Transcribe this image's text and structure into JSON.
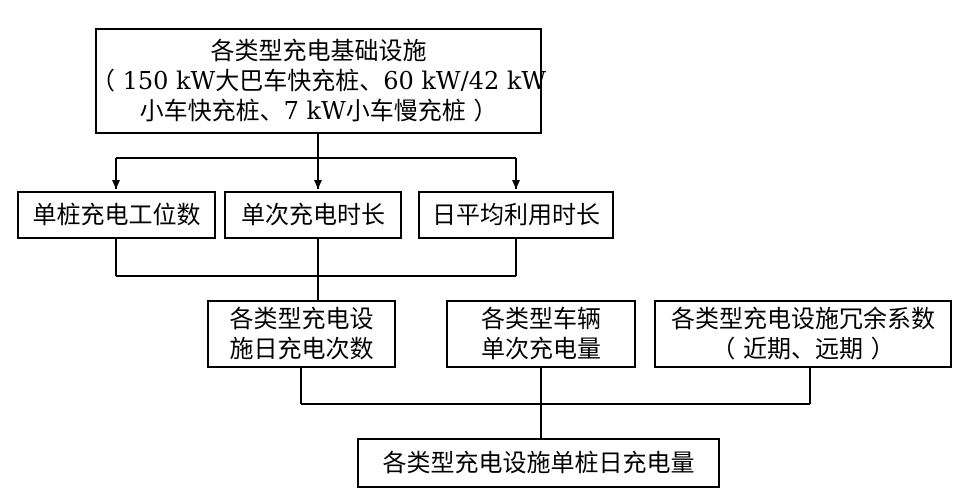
{
  "nodes": {
    "top": {
      "lines": [
        "各类型充电基础设施",
        "（ 150 kW大巴车快充桩、60 kW/42 kW",
        "小车快充桩、7 kW小车慢充桩 ）"
      ]
    },
    "pile_positions": {
      "lines": [
        "单桩充电工位数"
      ]
    },
    "charge_duration": {
      "lines": [
        "单次充电时长"
      ]
    },
    "daily_usage": {
      "lines": [
        "日平均利用时长"
      ]
    },
    "daily_charge_count": {
      "lines": [
        "各类型充电设",
        "施日充电次数"
      ]
    },
    "vehicle_charge_amount": {
      "lines": [
        "各类型车辆",
        "单次充电量"
      ]
    },
    "redundancy": {
      "lines": [
        "各类型充电设施冗余系数",
        "（ 近期、远期 ）"
      ]
    },
    "result": {
      "lines": [
        "各类型充电设施单桩日充电量"
      ]
    }
  },
  "colors": {
    "line": "#000000",
    "box_border": "#000000",
    "background": "#ffffff"
  }
}
